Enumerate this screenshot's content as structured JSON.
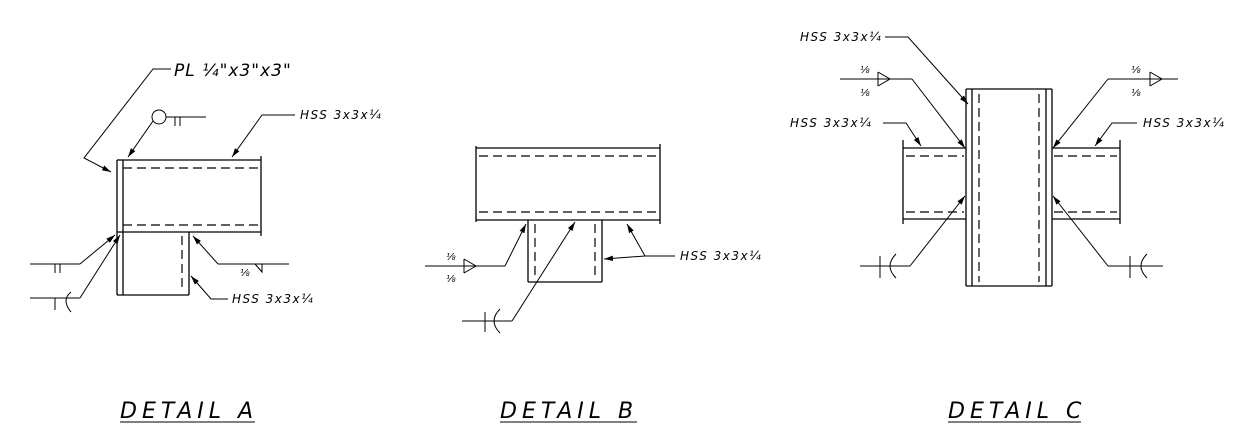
{
  "details": [
    {
      "title": "DETAIL A",
      "plate_label": "PL ¼\"x3\"x3\"",
      "hss_top": "HSS 3x3x¼",
      "hss_bottom": "HSS 3x3x¼",
      "weld_size": "⅛"
    },
    {
      "title": "DETAIL B",
      "hss_label": "HSS 3x3x¼",
      "weld_top": "⅛",
      "weld_bottom": "⅛"
    },
    {
      "title": "DETAIL C",
      "hss_top": "HSS 3x3x¼",
      "hss_left": "HSS 3x3x¼",
      "hss_right": "HSS 3x3x¼",
      "weld_left_top": "⅛",
      "weld_left_bottom": "⅛",
      "weld_right_top": "⅛",
      "weld_right_bottom": "⅛"
    }
  ]
}
